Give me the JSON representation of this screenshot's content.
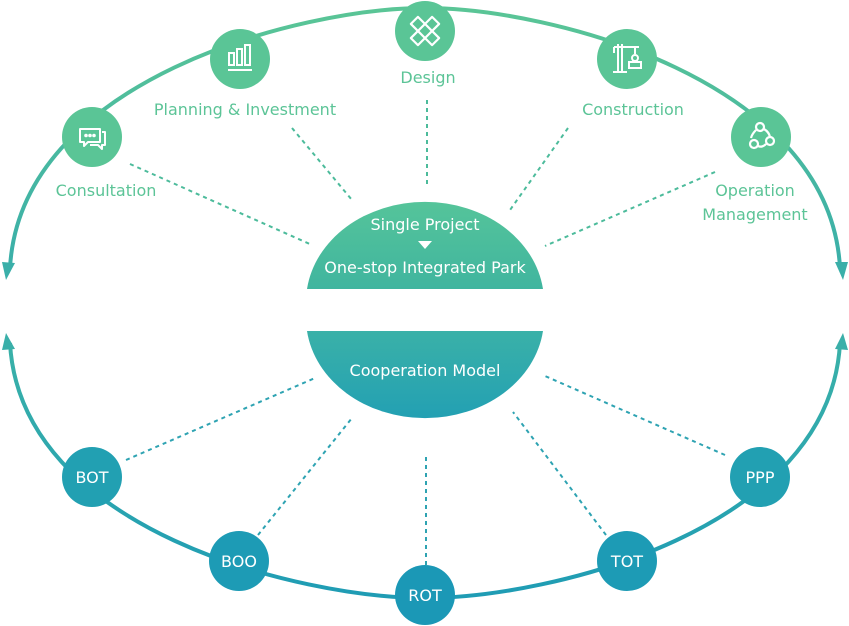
{
  "colors": {
    "green": "#5ac596",
    "green_dark": "#4cbb9b",
    "teal": "#3aafa9",
    "blue": "#1f9cb4",
    "text_green": "#5cc497",
    "white": "#ffffff"
  },
  "top_center": {
    "line1": "Single Project",
    "arrow": "down-triangle",
    "line2": "One-stop Integrated Park"
  },
  "bottom_center": {
    "label": "Cooperation Model"
  },
  "services": [
    {
      "label": "Consultation",
      "icon": "chat-bubbles-icon"
    },
    {
      "label": "Planning & Investment",
      "icon": "bar-chart-icon"
    },
    {
      "label": "Design",
      "icon": "ruler-pencil-icon"
    },
    {
      "label": "Construction",
      "icon": "crane-icon"
    },
    {
      "label": "Operation",
      "label2": "Management",
      "icon": "cycle-nodes-icon"
    }
  ],
  "models": [
    {
      "label": "BOT"
    },
    {
      "label": "BOO"
    },
    {
      "label": "ROT"
    },
    {
      "label": "TOT"
    },
    {
      "label": "PPP"
    }
  ]
}
